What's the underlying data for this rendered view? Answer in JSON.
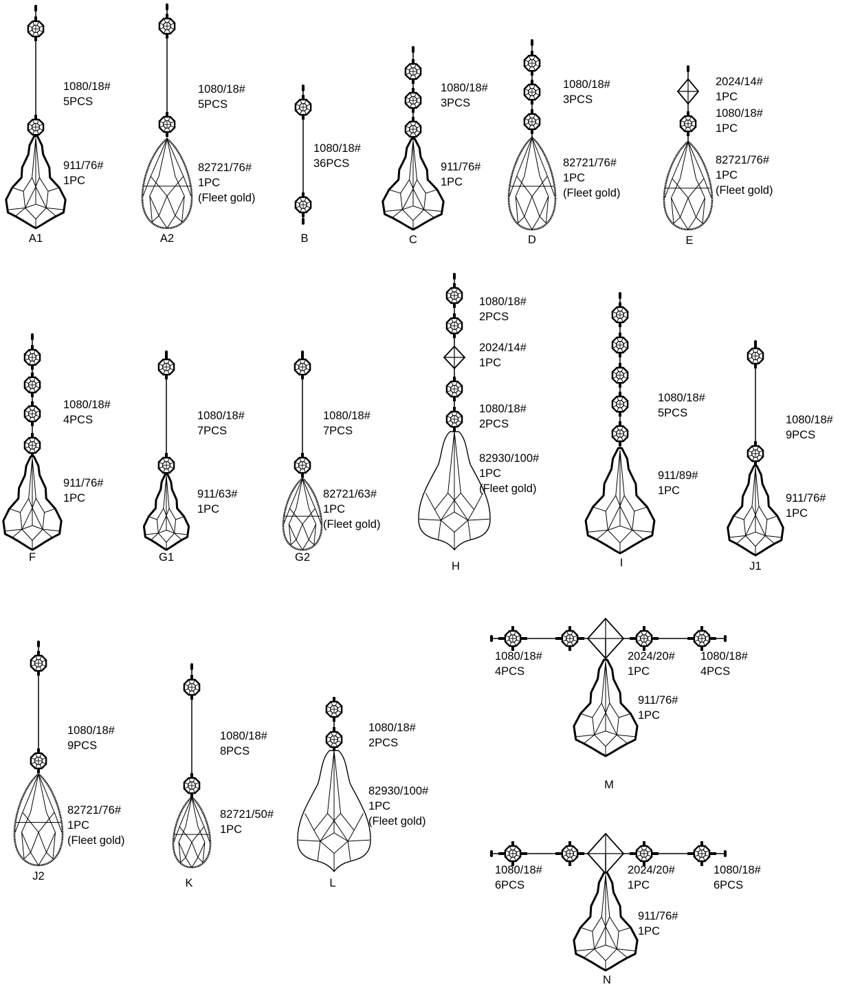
{
  "items": [
    {
      "caption": "A1",
      "label": [
        "1080/18#",
        "5PCS"
      ],
      "label2": [
        "911/76#",
        "1PC"
      ]
    },
    {
      "caption": "A2",
      "label": [
        "1080/18#",
        "5PCS"
      ],
      "label2": [
        "82721/76#",
        "1PC",
        "(Fleet gold)"
      ]
    },
    {
      "caption": "B",
      "label": [
        "1080/18#",
        "36PCS"
      ]
    },
    {
      "caption": "C",
      "label": [
        "1080/18#",
        "3PCS"
      ],
      "label2": [
        "911/76#",
        "1PC"
      ]
    },
    {
      "caption": "D",
      "label": [
        "1080/18#",
        "3PCS"
      ],
      "label2": [
        "82721/76#",
        "1PC",
        "(Fleet gold)"
      ]
    },
    {
      "caption": "E",
      "label": [
        "2024/14#",
        "1PC"
      ],
      "label2": [
        "1080/18#",
        "1PC"
      ],
      "label3": [
        "82721/76#",
        "1PC",
        "(Fleet gold)"
      ]
    },
    {
      "caption": "F",
      "label": [
        "1080/18#",
        "4PCS"
      ],
      "label2": [
        "911/76#",
        "1PC"
      ]
    },
    {
      "caption": "G1",
      "label": [
        "1080/18#",
        "7PCS"
      ],
      "label2": [
        "911/63#",
        "1PC"
      ]
    },
    {
      "caption": "G2",
      "label": [
        "1080/18#",
        "7PCS"
      ],
      "label2": [
        "82721/63#",
        "1PC",
        "(Fleet gold)"
      ]
    },
    {
      "caption": "H",
      "label": [
        "1080/18#",
        "2PCS"
      ],
      "label2": [
        "2024/14#",
        "1PC"
      ],
      "label3": [
        "1080/18#",
        "2PCS"
      ],
      "label4": [
        "82930/100#",
        "1PC",
        "(Fleet gold)"
      ]
    },
    {
      "caption": "I",
      "label": [
        "1080/18#",
        "5PCS"
      ],
      "label2": [
        "911/89#",
        "1PC"
      ]
    },
    {
      "caption": "J1",
      "label": [
        "1080/18#",
        "9PCS"
      ],
      "label2": [
        "911/76#",
        "1PC"
      ]
    },
    {
      "caption": "J2",
      "label": [
        "1080/18#",
        "9PCS"
      ],
      "label2": [
        "82721/76#",
        "1PC",
        "(Fleet gold)"
      ]
    },
    {
      "caption": "K",
      "label": [
        "1080/18#",
        "8PCS"
      ],
      "label2": [
        "82721/50#",
        "1PC"
      ]
    },
    {
      "caption": "L",
      "label": [
        "1080/18#",
        "2PCS"
      ],
      "label2": [
        "82930/100#",
        "1PC",
        "(Fleet gold)"
      ]
    },
    {
      "caption": "M",
      "label": [
        "1080/18#",
        "4PCS"
      ],
      "label2": [
        "2024/20#",
        "1PC"
      ],
      "label3": [
        "1080/18#",
        "4PCS"
      ],
      "label4": [
        "911/76#",
        "1PC"
      ]
    },
    {
      "caption": "N",
      "label": [
        "1080/18#",
        "6PCS"
      ],
      "label2": [
        "2024/20#",
        "1PC"
      ],
      "label3": [
        "1080/18#",
        "6PCS"
      ],
      "label4": [
        "911/76#",
        "1PC"
      ]
    }
  ]
}
